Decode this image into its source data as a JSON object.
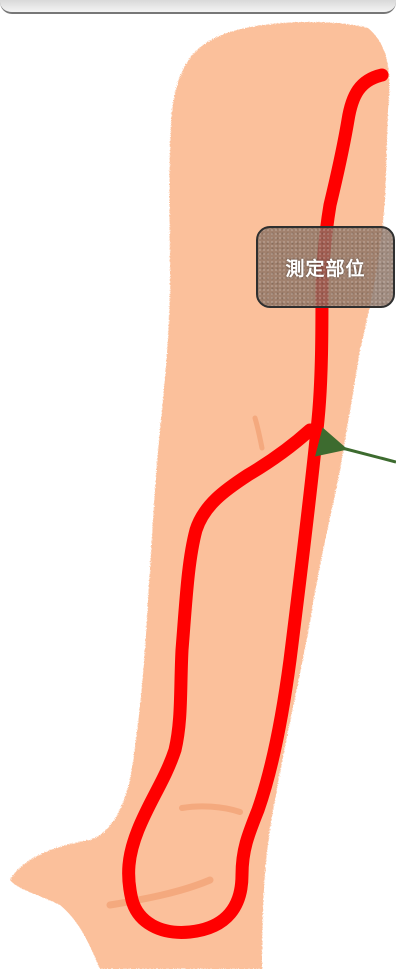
{
  "label": {
    "text": "測定部位"
  },
  "colors": {
    "skin": "#fbc09b",
    "skin_crease": "#f2a277",
    "artery": "#ff0000",
    "arrow": "#3d6b2f",
    "label_background": "#8c7364",
    "label_border": "#2f2f2f",
    "label_text": "#ffffff"
  },
  "icons": {
    "arm": "forearm-illustration",
    "artery": "red-artery-path",
    "pointer": "arrow-left-icon"
  }
}
